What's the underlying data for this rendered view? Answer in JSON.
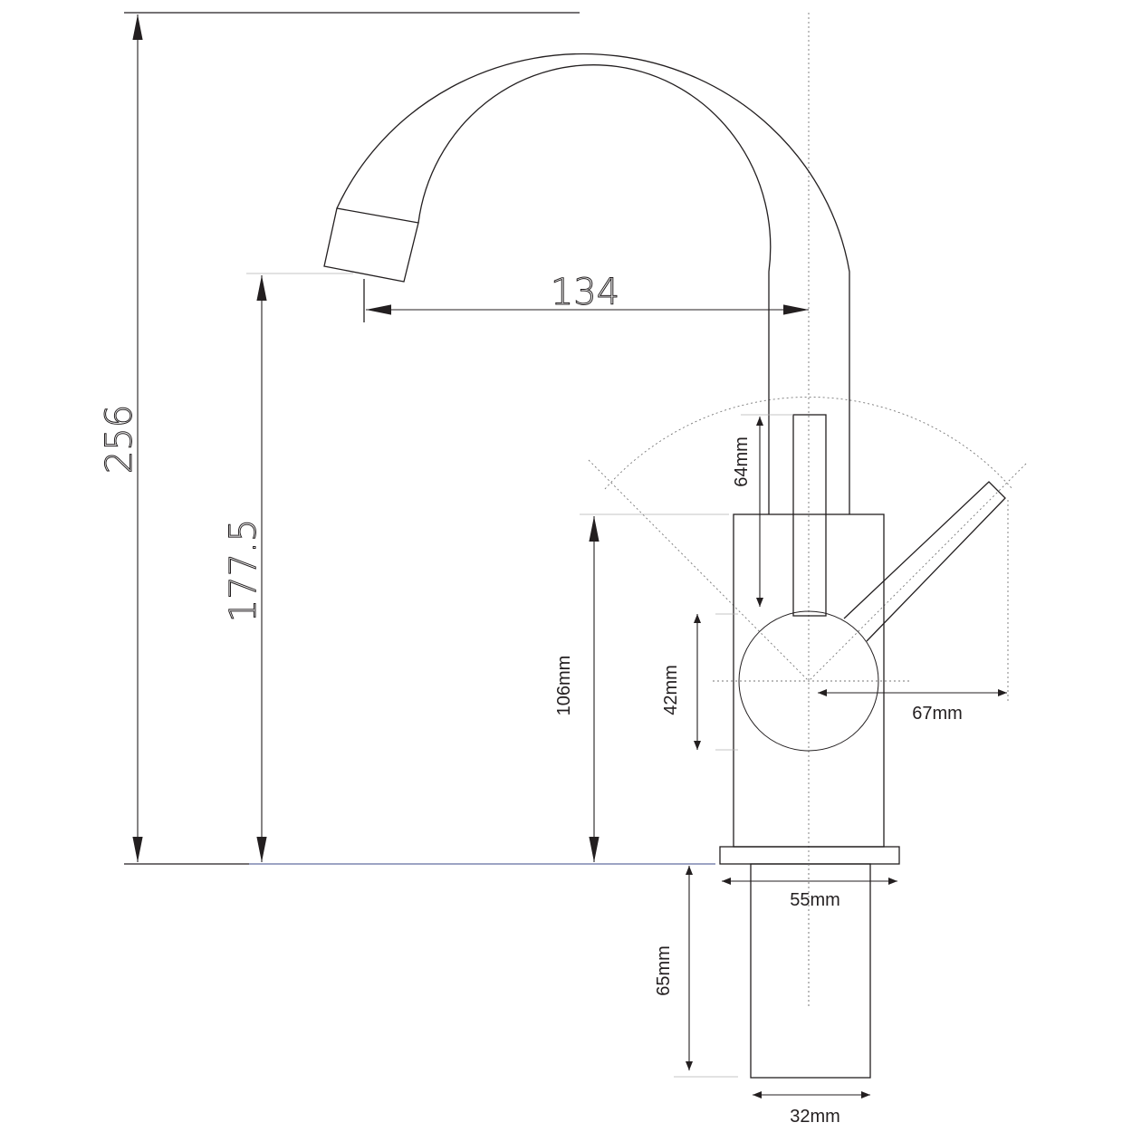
{
  "title": "Kitchen mixer tap dimension drawing",
  "dimensions": {
    "total_height": "256",
    "spout_height": "177.5",
    "spout_reach": "134",
    "lever_length": "64mm",
    "body_height": "106mm",
    "lever_hub_diameter": "42mm",
    "lever_reach": "67mm",
    "base_diameter": "55mm",
    "shank_length": "65mm",
    "shank_diameter": "32mm"
  },
  "colors": {
    "line": "#231f20",
    "baseline": "#3b4a8a"
  }
}
